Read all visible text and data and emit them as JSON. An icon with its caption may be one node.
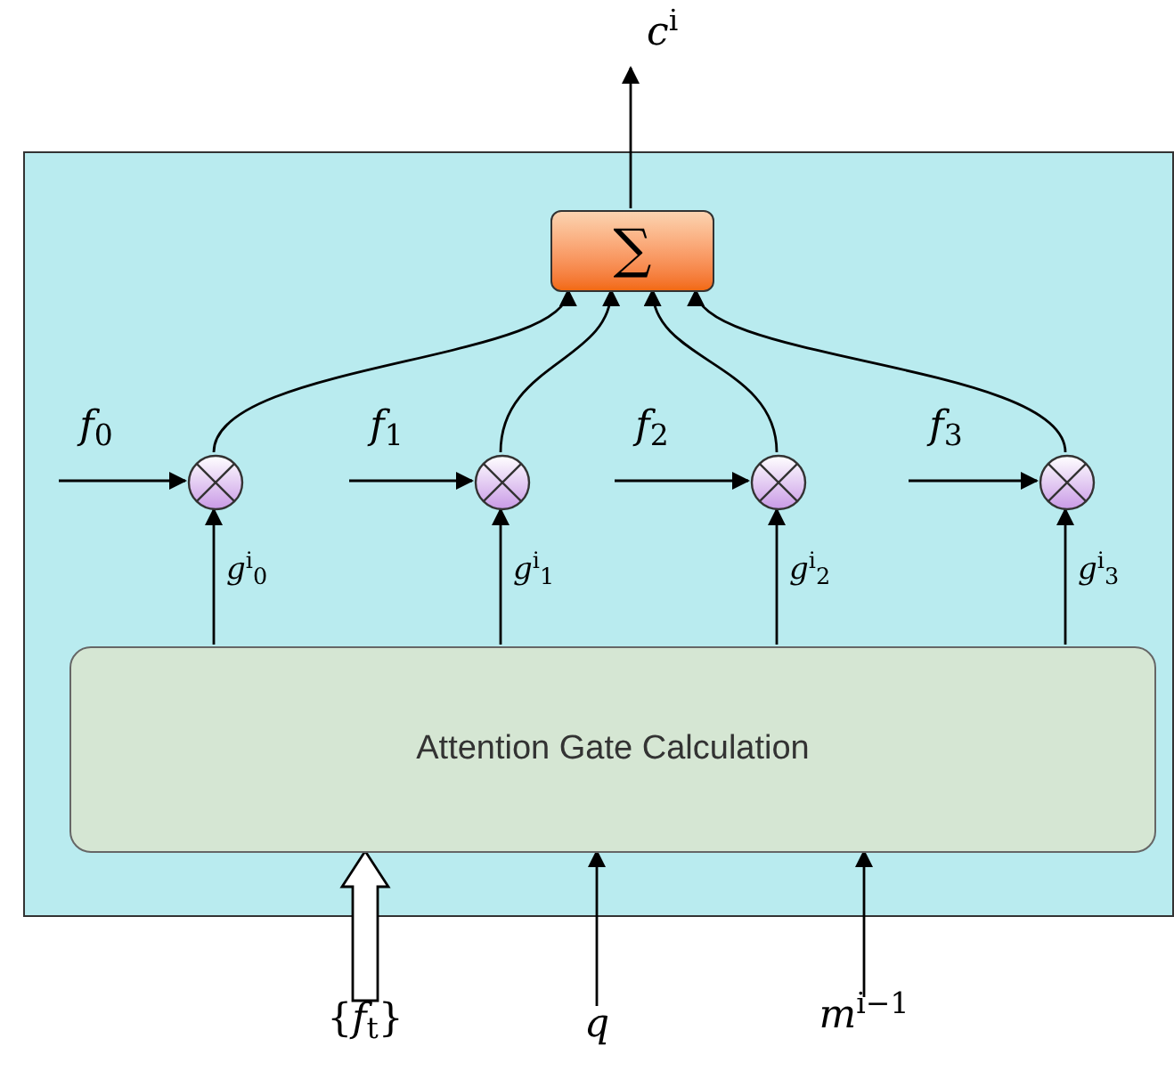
{
  "diagram": {
    "nodes": [
      {
        "text": [],
        "shape": "box"
      },
      {
        "text": [
          "∑"
        ],
        "in": 0
      },
      {
        "text": [],
        "shape": "circle",
        "in": 0
      },
      {
        "text": [],
        "shape": "circle",
        "in": 0
      },
      {
        "text": [],
        "shape": "circle",
        "in": 0
      },
      {
        "text": [],
        "shape": "circle",
        "in": 0
      },
      {
        "text": [
          "*f*$_{0}$"
        ],
        "in": 0
      },
      {
        "text": [
          "*f*$_{1}$"
        ],
        "in": 0
      },
      {
        "text": [
          "*f*$_{2}$"
        ],
        "in": 0
      },
      {
        "text": [
          "*f*$_{3}$"
        ],
        "in": 0
      },
      {
        "text": [
          "Attention Gate Calculation"
        ],
        "in": 0
      },
      {
        "text": [
          "{*f*$_{t}$}"
        ]
      },
      {
        "text": [
          "*q*"
        ]
      },
      {
        "text": [
          "*m*$^{i−1}$"
        ]
      },
      {
        "text": [
          "*c*$^{i}$"
        ]
      }
    ],
    "edges": [
      {
        "from": 6,
        "to": 2,
        "arrow": "to"
      },
      {
        "from": 7,
        "to": 3,
        "arrow": "to"
      },
      {
        "from": 8,
        "to": 4,
        "arrow": "to"
      },
      {
        "from": 9,
        "to": 5,
        "arrow": "to"
      },
      {
        "from": 10,
        "to": 2,
        "arrow": "to",
        "label": "*g*$^{i}$$_{0}$"
      },
      {
        "from": 10,
        "to": 3,
        "arrow": "to",
        "label": "*g*$^{i}$$_{1}$"
      },
      {
        "from": 10,
        "to": 4,
        "arrow": "to",
        "label": "*g*$^{i}$$_{2}$"
      },
      {
        "from": 10,
        "to": 5,
        "arrow": "to",
        "label": "*g*$^{i}$$_{3}$"
      },
      {
        "from": 2,
        "to": 1,
        "arrow": "to"
      },
      {
        "from": 3,
        "to": 1,
        "arrow": "to"
      },
      {
        "from": 4,
        "to": 1,
        "arrow": "to"
      },
      {
        "from": 5,
        "to": 1,
        "arrow": "to"
      },
      {
        "from": 1,
        "to": 14,
        "arrow": "to"
      },
      {
        "from": 11,
        "to": 10,
        "arrow": "to",
        "style": "thick"
      },
      {
        "from": 12,
        "to": 10,
        "arrow": "to"
      },
      {
        "from": 13,
        "to": 10,
        "arrow": "to"
      }
    ]
  }
}
